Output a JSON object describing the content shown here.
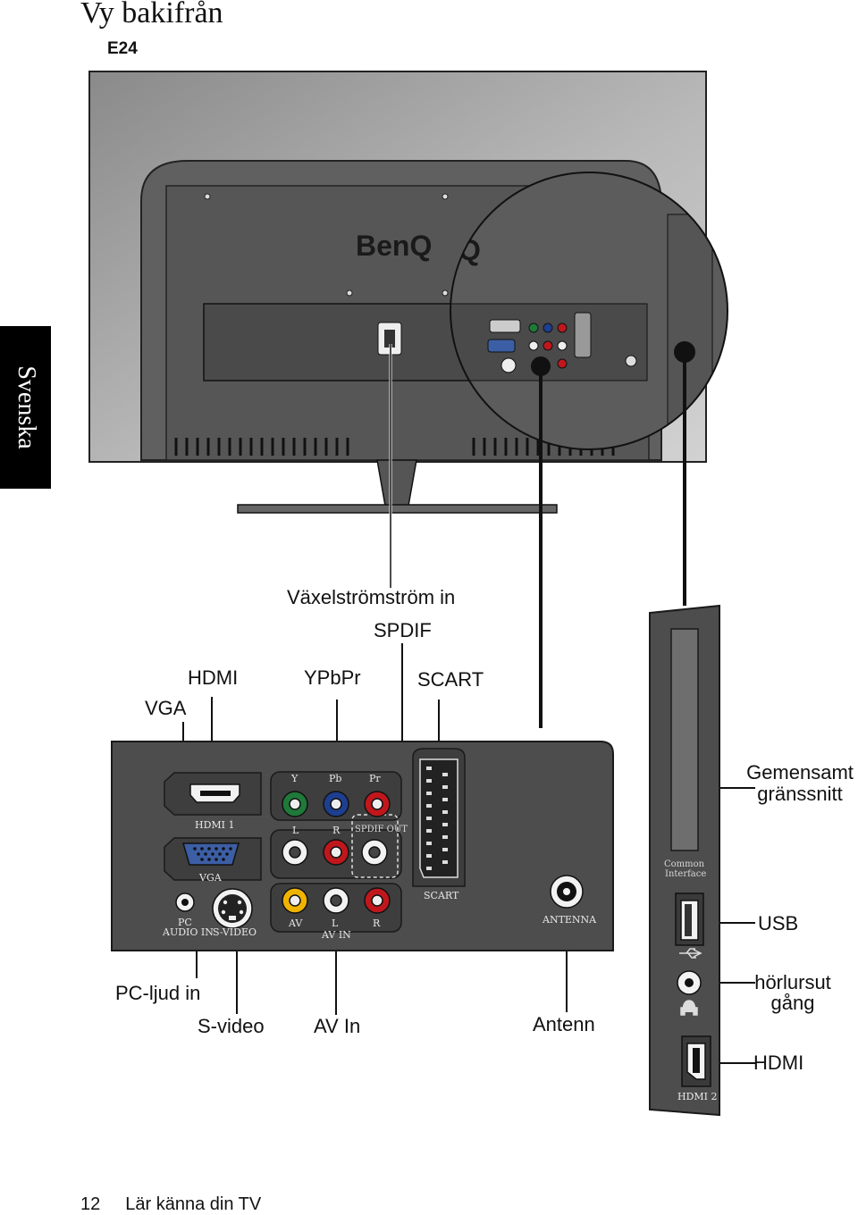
{
  "header": {
    "title": "Vy bakifrån",
    "model": "E24"
  },
  "side_tab": {
    "label": "Svenska"
  },
  "callouts": {
    "ac_in": "Växelströmström in",
    "spdif": "SPDIF",
    "hdmi": "HDMI",
    "ypbpr": "YPbPr",
    "scart": "SCART",
    "vga": "VGA",
    "common_interface": "Gemensamt gränssnitt",
    "usb": "USB",
    "headphone_line1": "hörlursut",
    "headphone_line2": "gång",
    "hdmi2": "HDMI",
    "pc_audio": "PC-ljud in",
    "svideo": "S-video",
    "av_in": "AV In",
    "antenna": "Antenn"
  },
  "panel_labels": {
    "y": "Y",
    "pb": "Pb",
    "pr": "Pr",
    "l": "L",
    "r": "R",
    "spdif_out": "SPDIF OUT",
    "hdmi1": "HDMI 1",
    "vga": "VGA",
    "pc": "PC",
    "audio_in": "AUDIO IN",
    "svideo": "S-VIDEO",
    "av": "AV",
    "av_l": "L",
    "av_r": "R",
    "av_in": "AV IN",
    "scart": "SCART",
    "antenna": "ANTENNA",
    "common": "Common",
    "interface": "Interface",
    "hdmi2": "HDMI 2"
  },
  "tv": {
    "brand": "BenQ"
  },
  "footer": {
    "page_number": "12",
    "section": "Lär känna din TV"
  },
  "colors": {
    "panel": "#4d4d4d",
    "green": "#1f7a3a",
    "blue": "#1e3f8f",
    "red": "#c0171d",
    "yellow": "#f0b400"
  }
}
